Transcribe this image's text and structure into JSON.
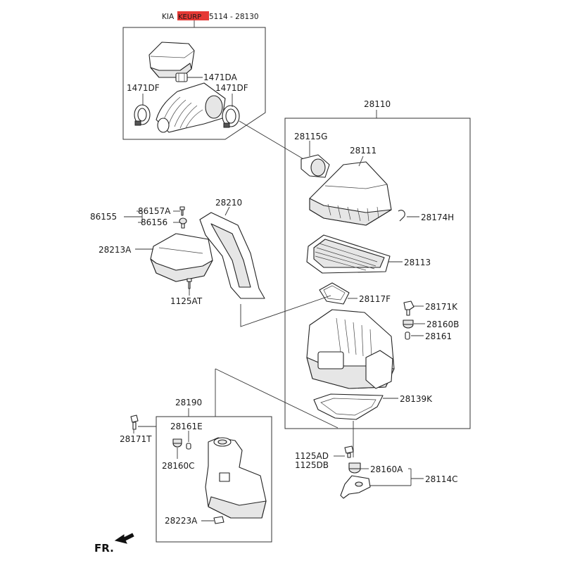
{
  "header": {
    "prefix": "KIA",
    "redacted_label": "KEURP",
    "suffix": "5114 - 28130",
    "redaction_color": "#e53935"
  },
  "labels": {
    "p28130_top_a": "1471DA",
    "p1471df_left": "1471DF",
    "p1471df_right": "1471DF",
    "p28110": "28110",
    "p28115g": "28115G",
    "p28111": "28111",
    "p28174h": "28174H",
    "p28113": "28113",
    "p28117f": "28117F",
    "p28171k": "28171K",
    "p28160b": "28160B",
    "p28161": "28161",
    "p28139k": "28139K",
    "p86155": "86155",
    "p86157a": "86157A",
    "p86156": "86156",
    "p28213a": "28213A",
    "p1125at": "1125AT",
    "p28210": "28210",
    "p28190": "28190",
    "p28171t": "28171T",
    "p28161e": "28161E",
    "p28160c": "28160C",
    "p28223a": "28223A",
    "p1125ad": "1125AD",
    "p1125db": "1125DB",
    "p28160a": "28160A",
    "p28114c": "28114C",
    "front_marker": "FR."
  },
  "icons": {
    "front_arrow": "front-arrow-icon"
  }
}
